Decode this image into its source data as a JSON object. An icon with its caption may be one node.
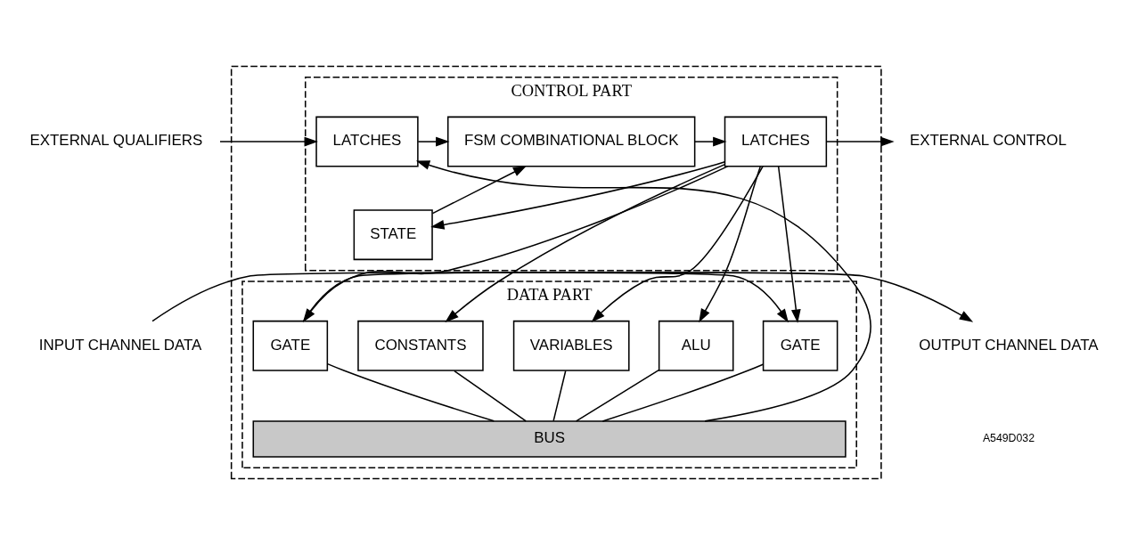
{
  "diagram": {
    "nodes": [
      {
        "text": [],
        "shape": "box"
      },
      {
        "text": [
          "CONTROL PART"
        ],
        "in": 0
      },
      {
        "text": [
          "EXTERNAL QUALIFIERS"
        ]
      },
      {
        "text": [
          "LATCHES"
        ],
        "in": 1
      },
      {
        "text": [
          "STATE"
        ],
        "in": 1
      },
      {
        "text": [
          "FSM COMBINATIONAL BLOCK"
        ],
        "in": 1
      },
      {
        "text": [
          "LATCHES"
        ],
        "in": 1
      },
      {
        "text": [
          "EXTERNAL CONTROL"
        ]
      },
      {
        "text": [
          "DATA PART"
        ],
        "in": 0
      },
      {
        "text": [
          "INPUT CHANNEL DATA"
        ]
      },
      {
        "text": [
          "GATE"
        ],
        "in": 8
      },
      {
        "text": [
          "CONSTANTS"
        ],
        "in": 8
      },
      {
        "text": [
          "VARIABLES"
        ],
        "in": 8
      },
      {
        "text": [
          "ALU"
        ],
        "in": 8
      },
      {
        "text": [
          "GATE"
        ],
        "in": 8
      },
      {
        "text": [
          "BUS"
        ],
        "in": 8
      },
      {
        "text": [
          "OUTPUT CHANNEL DATA"
        ]
      }
    ],
    "edges": [
      {
        "from": 2,
        "to": 3,
        "arrow": "to"
      },
      {
        "from": 3,
        "to": 5,
        "arrow": "to"
      },
      {
        "from": 4,
        "to": 5,
        "arrow": "to"
      },
      {
        "from": 5,
        "to": 6,
        "arrow": "to"
      },
      {
        "from": 6,
        "to": 7,
        "arrow": "to"
      },
      {
        "from": 6,
        "to": 4,
        "arrow": "to"
      },
      {
        "from": 15,
        "to": 3,
        "arrow": "to"
      },
      {
        "from": 6,
        "to": 10,
        "arrow": "to"
      },
      {
        "from": 6,
        "to": 11,
        "arrow": "to"
      },
      {
        "from": 6,
        "to": 12,
        "arrow": "to"
      },
      {
        "from": 6,
        "to": 13,
        "arrow": "to"
      },
      {
        "from": 6,
        "to": 14,
        "arrow": "to"
      },
      {
        "from": 9,
        "to": 10,
        "arrow": "to"
      },
      {
        "from": 14,
        "to": 16,
        "arrow": "to"
      },
      {
        "from": 10,
        "to": 15,
        "arrow": "none"
      },
      {
        "from": 11,
        "to": 15,
        "arrow": "none"
      },
      {
        "from": 12,
        "to": 15,
        "arrow": "none"
      },
      {
        "from": 13,
        "to": 15,
        "arrow": "none"
      },
      {
        "from": 14,
        "to": 15,
        "arrow": "none"
      }
    ],
    "labels": [
      "A549D032"
    ]
  }
}
